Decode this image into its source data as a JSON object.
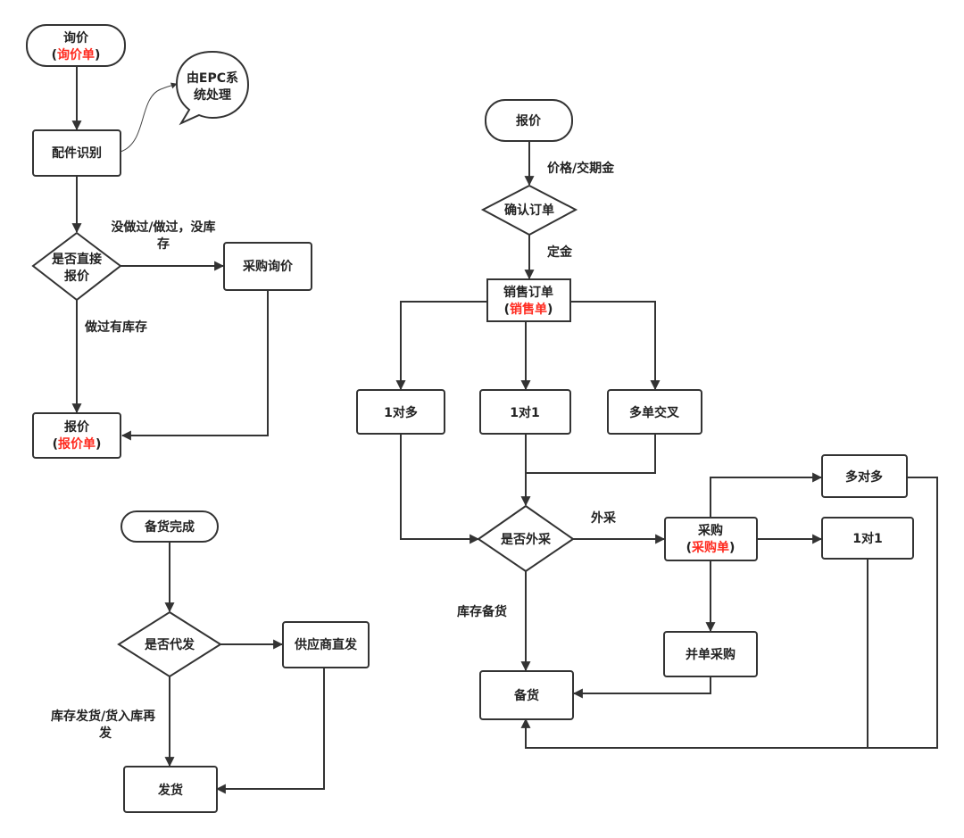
{
  "nodes": {
    "inquiry": {
      "label": "询价",
      "sub_label": "询价单"
    },
    "epc_bubble": {
      "line1": "由EPC系",
      "line2": "统处理"
    },
    "part_identify": {
      "label": "配件识别"
    },
    "direct_quote": {
      "line1": "是否直接",
      "line2": "报价"
    },
    "purchase_inquiry": {
      "label": "采购询价"
    },
    "quote_left": {
      "label": "报价",
      "sub_label": "报价单"
    },
    "quote_top": {
      "label": "报价"
    },
    "confirm_order": {
      "label": "确认订单"
    },
    "sales_order": {
      "label": "销售订单",
      "sub_label": "销售单"
    },
    "one_to_many": {
      "label": "1对多"
    },
    "one_to_one": {
      "label": "1对1"
    },
    "multi_cross": {
      "label": "多单交叉"
    },
    "outsource": {
      "label": "是否外采"
    },
    "purchase": {
      "label": "采购",
      "sub_label": "采购单"
    },
    "many_to_many": {
      "label": "多对多"
    },
    "one_to_one_right": {
      "label": "1对1"
    },
    "merge_purchase": {
      "label": "并单采购"
    },
    "stocking": {
      "label": "备货"
    },
    "stock_complete": {
      "label": "备货完成"
    },
    "dropship": {
      "label": "是否代发"
    },
    "supplier_direct": {
      "label": "供应商直发"
    },
    "ship": {
      "label": "发货"
    }
  },
  "edge_labels": {
    "not_done_no_stock": {
      "line1": "没做过/做过，没库",
      "line2": "存"
    },
    "done_in_stock": "做过有库存",
    "price_delivery_deposit": "价格/交期金",
    "deposit": "定金",
    "outsource_yes": "外采",
    "stock_prepare": "库存备货",
    "stock_ship": {
      "line1": "库存发货/货入库再",
      "line2": "发"
    }
  },
  "colors": {
    "accent_red": "#ff2a1f",
    "stroke": "#333333",
    "text": "#222222",
    "background": "#ffffff"
  }
}
